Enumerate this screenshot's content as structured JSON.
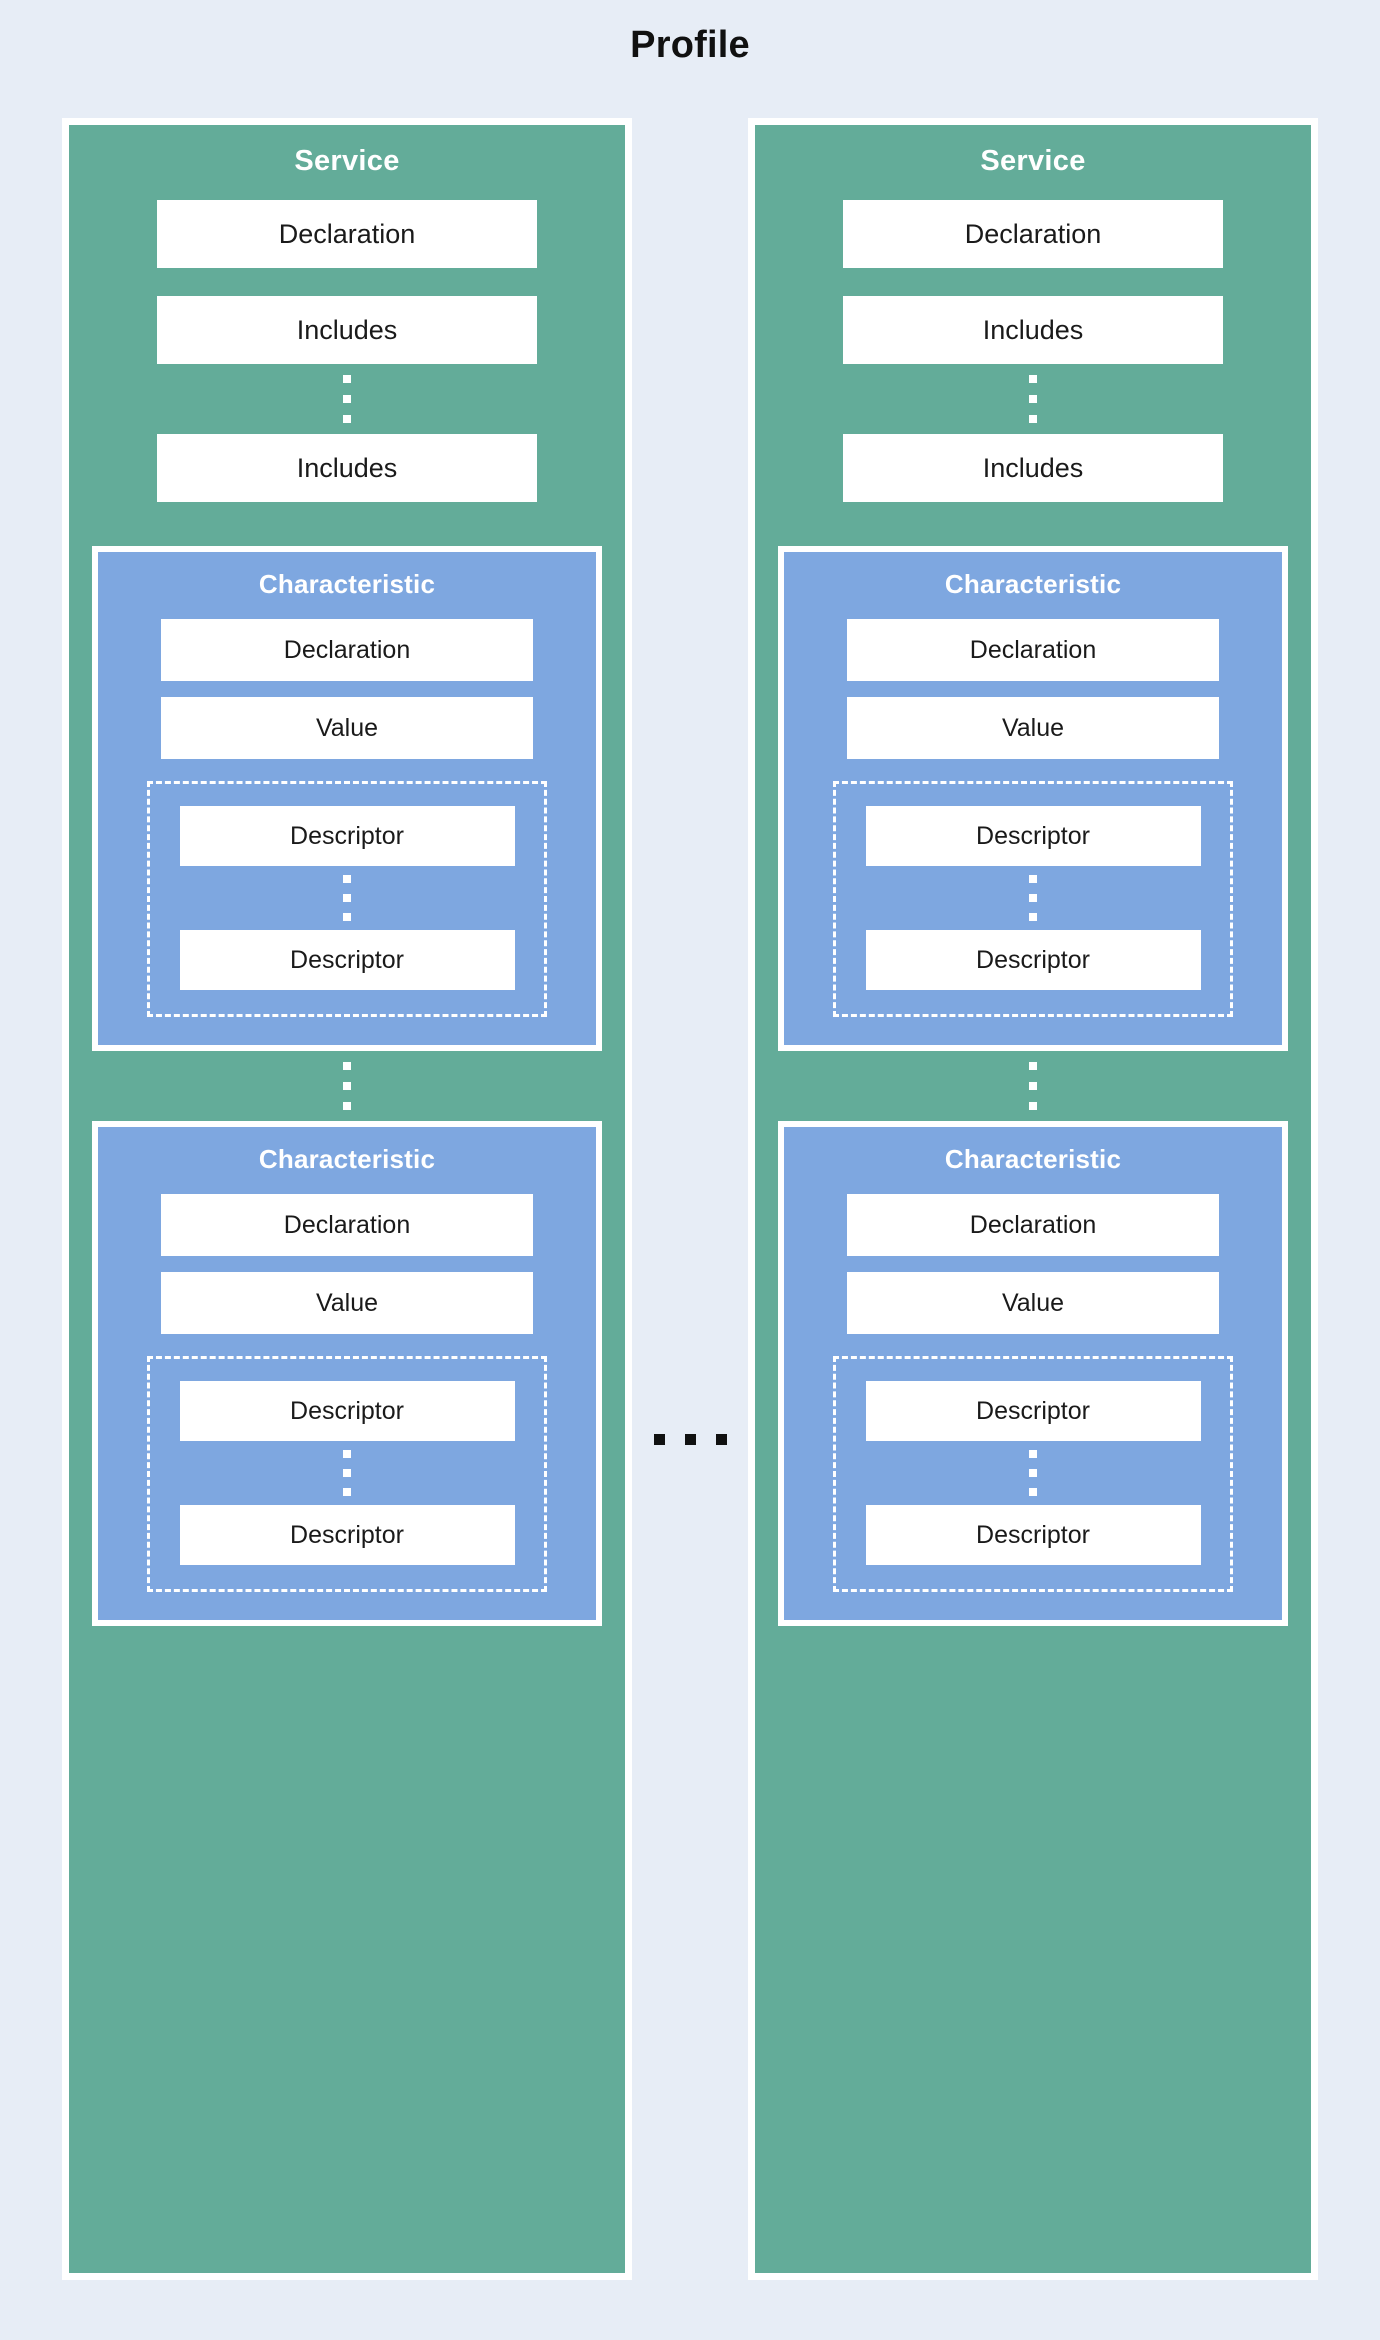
{
  "title": "Profile",
  "colors": {
    "background": "#e7edf6",
    "service": "#63ac99",
    "characteristic": "#7ea7e0",
    "slot": "#ffffff",
    "border": "#ffffff",
    "text": "#1a1a1a",
    "title_text": "#111111"
  },
  "ellipsis": {
    "horizontal_between_services": "...",
    "vertical_glyph": "⋮"
  },
  "services": [
    {
      "title": "Service",
      "slots": [
        {
          "label": "Declaration"
        },
        {
          "label": "Includes"
        }
      ],
      "slots_after_ellipsis": [
        {
          "label": "Includes"
        }
      ],
      "characteristics": [
        {
          "title": "Characteristic",
          "slots": [
            {
              "label": "Declaration"
            },
            {
              "label": "Value"
            }
          ],
          "descriptors": [
            {
              "label": "Descriptor"
            }
          ],
          "descriptors_after_ellipsis": [
            {
              "label": "Descriptor"
            }
          ]
        },
        {
          "title": "Characteristic",
          "slots": [
            {
              "label": "Declaration"
            },
            {
              "label": "Value"
            }
          ],
          "descriptors": [
            {
              "label": "Descriptor"
            }
          ],
          "descriptors_after_ellipsis": [
            {
              "label": "Descriptor"
            }
          ]
        }
      ]
    },
    {
      "title": "Service",
      "slots": [
        {
          "label": "Declaration"
        },
        {
          "label": "Includes"
        }
      ],
      "slots_after_ellipsis": [
        {
          "label": "Includes"
        }
      ],
      "characteristics": [
        {
          "title": "Characteristic",
          "slots": [
            {
              "label": "Declaration"
            },
            {
              "label": "Value"
            }
          ],
          "descriptors": [
            {
              "label": "Descriptor"
            }
          ],
          "descriptors_after_ellipsis": [
            {
              "label": "Descriptor"
            }
          ]
        },
        {
          "title": "Characteristic",
          "slots": [
            {
              "label": "Declaration"
            },
            {
              "label": "Value"
            }
          ],
          "descriptors": [
            {
              "label": "Descriptor"
            }
          ],
          "descriptors_after_ellipsis": [
            {
              "label": "Descriptor"
            }
          ]
        }
      ]
    }
  ]
}
